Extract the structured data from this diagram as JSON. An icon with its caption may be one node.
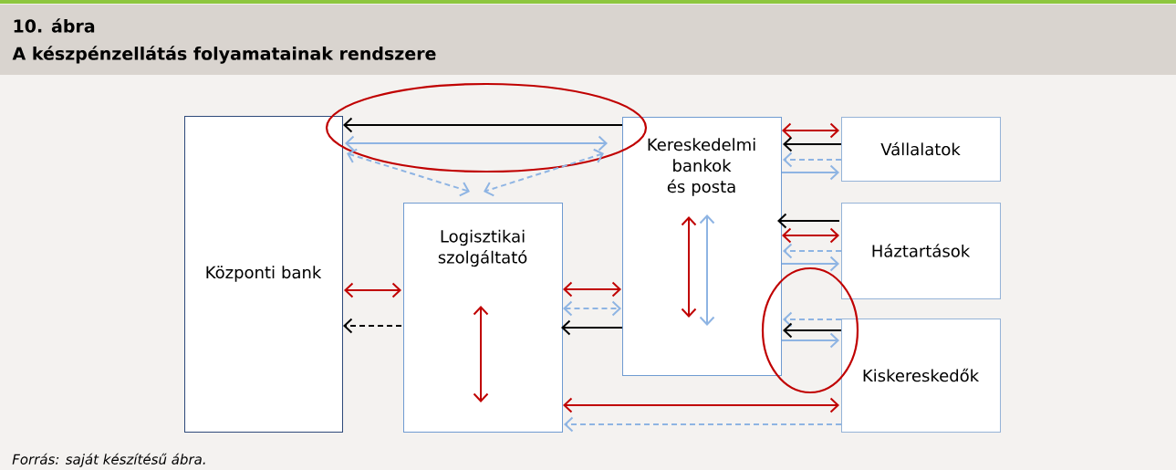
{
  "diagram": {
    "title": "A készpénzellátás folyamatainak rendszere",
    "caption": "Forrás: saját készítésű ábra.",
    "labels": [
      "10. ábra"
    ],
    "nodes": [
      {
        "text": [
          "Központi bank"
        ]
      },
      {
        "text": [
          "Logisztikai szolgáltató"
        ]
      },
      {
        "text": [
          "Kereskedelmi bankok és posta"
        ]
      },
      {
        "text": [
          "Vállalatok"
        ]
      },
      {
        "text": [
          "Háztartások"
        ]
      },
      {
        "text": [
          "Kiskereskedők"
        ]
      }
    ],
    "edges": [
      {
        "from": 2,
        "to": 0,
        "arrow": "to",
        "color": "#000000"
      },
      {
        "from": 0,
        "to": 2,
        "arrow": "both"
      },
      {
        "from": 0,
        "to": 1,
        "arrow": "both",
        "style": "dashed"
      },
      {
        "from": 2,
        "to": 1,
        "arrow": "both",
        "style": "dashed"
      },
      {
        "from": 0,
        "to": 1,
        "arrow": "both",
        "color": "#c00000"
      },
      {
        "from": 1,
        "to": 0,
        "arrow": "to",
        "style": "dashed",
        "color": "#000000"
      },
      {
        "from": 1,
        "to": 2,
        "arrow": "both",
        "color": "#c00000"
      },
      {
        "from": 1,
        "to": 2,
        "arrow": "both",
        "style": "dashed"
      },
      {
        "from": 2,
        "to": 1,
        "arrow": "to",
        "color": "#000000"
      },
      {
        "from": 1,
        "to": 1,
        "arrow": "both",
        "color": "#c00000"
      },
      {
        "from": 2,
        "to": 2,
        "arrow": "both",
        "color": "#c00000"
      },
      {
        "from": 2,
        "to": 2,
        "arrow": "both"
      },
      {
        "from": 2,
        "to": 3,
        "arrow": "both",
        "color": "#c00000"
      },
      {
        "from": 3,
        "to": 2,
        "arrow": "to",
        "color": "#000000"
      },
      {
        "from": 3,
        "to": 2,
        "arrow": "to",
        "style": "dashed"
      },
      {
        "from": 2,
        "to": 3,
        "arrow": "to"
      },
      {
        "from": 4,
        "to": 2,
        "arrow": "to",
        "color": "#000000"
      },
      {
        "from": 2,
        "to": 4,
        "arrow": "both",
        "color": "#c00000"
      },
      {
        "from": 4,
        "to": 2,
        "arrow": "to",
        "style": "dashed"
      },
      {
        "from": 2,
        "to": 4,
        "arrow": "to"
      },
      {
        "from": 5,
        "to": 2,
        "arrow": "to",
        "style": "dashed"
      },
      {
        "from": 5,
        "to": 2,
        "arrow": "to",
        "color": "#000000"
      },
      {
        "from": 2,
        "to": 5,
        "arrow": "to"
      },
      {
        "from": 1,
        "to": 5,
        "arrow": "both",
        "color": "#c00000"
      },
      {
        "from": 5,
        "to": 1,
        "arrow": "to",
        "style": "dashed"
      }
    ]
  }
}
